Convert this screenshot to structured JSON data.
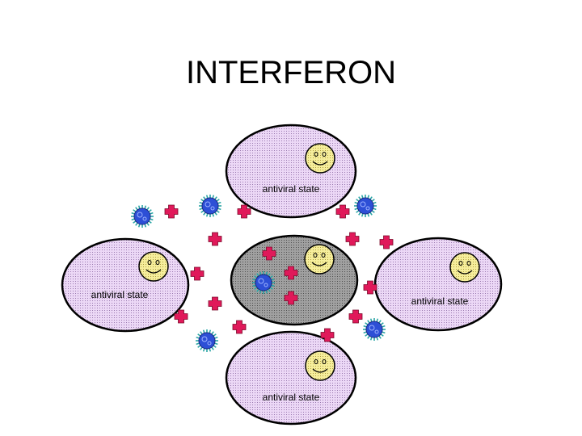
{
  "slide": {
    "title": "INTERFERON"
  },
  "cells": {
    "top_label": "antiviral state",
    "left_label": "antiviral state",
    "right_label": "antiviral state",
    "bottom_label": "antiviral state"
  },
  "colors": {
    "cell_fill": "#e4c8f0",
    "cell_stroke": "#000000",
    "infected_cell_fill": "#909090",
    "interferon_cross": "#e0195a",
    "virus_fill": "#2d4fd6",
    "virus_spikes": "#2aa5a5",
    "nucleus_fill": "#f2e890"
  },
  "legend_icons": {
    "interferon": "plus-cross",
    "virus": "spiky-sphere",
    "nucleus": "smiley-face"
  }
}
